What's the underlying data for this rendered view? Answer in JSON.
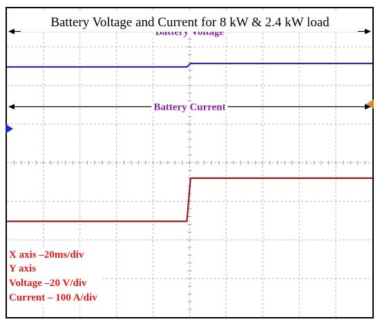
{
  "chart_data": {
    "type": "line",
    "title": "Battery Voltage and Current for 8 kW & 2.4 kW load",
    "x_unit": "ms",
    "x_range": [
      0,
      200
    ],
    "divisions": {
      "x": 10,
      "y": 8
    },
    "grid": true,
    "series": [
      {
        "name": "Battery Voltage",
        "color": "#2b2bb8",
        "x": [
          0,
          98.5,
          100.5,
          200
        ],
        "y_div": [
          1.52,
          1.52,
          1.43,
          1.43
        ]
      },
      {
        "name": "Battery Current",
        "color": "#8b1e1e",
        "x": [
          0,
          98.5,
          100.5,
          200
        ],
        "y_div": [
          5.52,
          5.52,
          4.4,
          4.4
        ]
      }
    ],
    "annotations": [
      {
        "text": "Battery Voltage",
        "y_div": 0.6,
        "color": "#8a1ea8"
      },
      {
        "text": "Battery Current",
        "y_div": 2.55,
        "color": "#8a1ea8"
      }
    ],
    "markers": [
      {
        "name": "ch1-ground-marker",
        "side": "left",
        "y_div": 3.12,
        "color": "#1a2bd6"
      },
      {
        "name": "trigger-marker",
        "side": "right",
        "y_div": 2.48,
        "color": "#e38a1a"
      }
    ],
    "info": {
      "color": "#e11b1b",
      "lines": [
        "X axis –20ms/div",
        "Y axis",
        "Voltage –20 V/div",
        "Current – 100 A/div"
      ]
    }
  }
}
